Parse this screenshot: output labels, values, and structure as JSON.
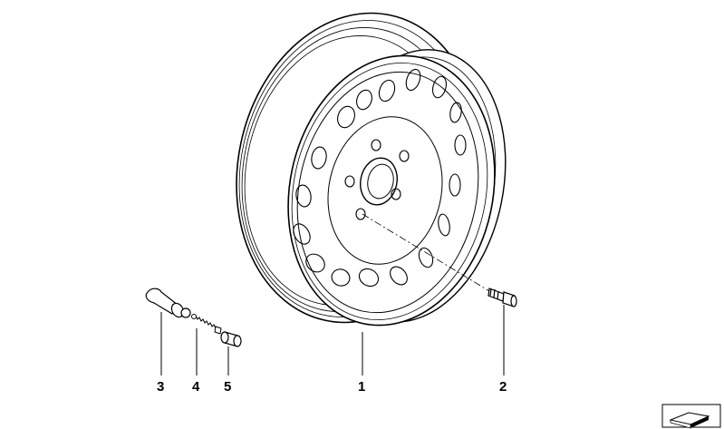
{
  "callouts": [
    {
      "id": "1",
      "label": "1"
    },
    {
      "id": "2",
      "label": "2"
    },
    {
      "id": "3",
      "label": "3"
    },
    {
      "id": "4",
      "label": "4"
    },
    {
      "id": "5",
      "label": "5"
    }
  ],
  "colors": {
    "line": "#000000",
    "background": "#ffffff"
  },
  "icons": {
    "corner_logo": "parts-catalog-logo-icon"
  }
}
